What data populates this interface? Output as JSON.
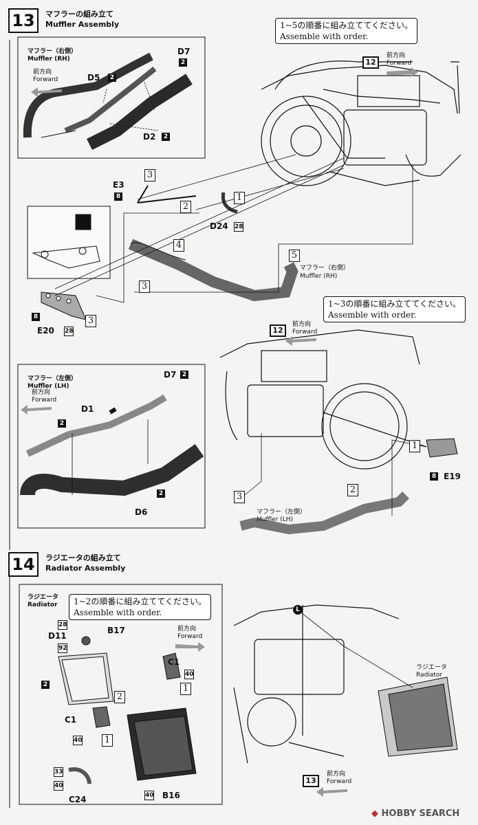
{
  "step13": {
    "number": "13",
    "title_jp": "マフラーの組み立て",
    "title_en": "Muffler Assembly",
    "note_rh_jp": "1~5の順番に組み立ててください。",
    "note_rh_en": "Assemble with order.",
    "note_lh_jp": "1~3の順番に組み立ててください。",
    "note_lh_en": "Assemble with order.",
    "ref_step": "12",
    "forward_jp": "前方向",
    "forward_en": "Forward",
    "rh_panel": {
      "name_jp": "マフラー（右側）",
      "name_en": "Muffler (RH)",
      "forward_jp": "前方向",
      "forward_en": "Forward",
      "parts": {
        "d7": "D7",
        "d5": "D5",
        "d2": "D2",
        "p2": "2"
      }
    },
    "lh_panel": {
      "name_jp": "マフラー（左側）",
      "name_en": "Muffler (LH)",
      "forward_jp": "前方向",
      "forward_en": "Forward",
      "parts": {
        "d7": "D7",
        "d1": "D1",
        "d6": "D6",
        "p2": "2"
      }
    },
    "parts_rh": {
      "e3": "E3",
      "e3_num": "8",
      "d24": "D24",
      "d24_num": "28",
      "e20": "E20",
      "e20_num1": "8",
      "e20_num2": "28"
    },
    "parts_lh": {
      "e19": "E19",
      "e19_num": "8"
    },
    "muffler_rh_jp": "マフラー（右側）",
    "muffler_rh_en": "Muffler (RH)",
    "muffler_lh_jp": "マフラー（左側）",
    "muffler_lh_en": "Muffler (LH)",
    "order": [
      "1",
      "2",
      "3",
      "4",
      "5"
    ]
  },
  "step14": {
    "number": "14",
    "title_jp": "ラジエータの組み立て",
    "title_en": "Radiator Assembly",
    "panel_name_jp": "ラジエータ",
    "panel_name_en": "Radiator",
    "note_jp": "1~2の順番に組み立ててください。",
    "note_en": "Assemble with order.",
    "forward_jp": "前方向",
    "forward_en": "Forward",
    "parts": {
      "d11": "D11",
      "d11_a": "28",
      "d11_b": "92",
      "b17": "B17",
      "b17_num": "2",
      "c1": "C1",
      "c1_num": "40",
      "c24": "C24",
      "c24_a": "33",
      "c24_b": "40",
      "b16": "B16",
      "b16_num": "40"
    },
    "ref_step": "13",
    "marker": "L",
    "radiator_jp": "ラジエータ",
    "radiator_en": "Radiator"
  },
  "footer": {
    "brand": "HOBBY SEARCH"
  }
}
